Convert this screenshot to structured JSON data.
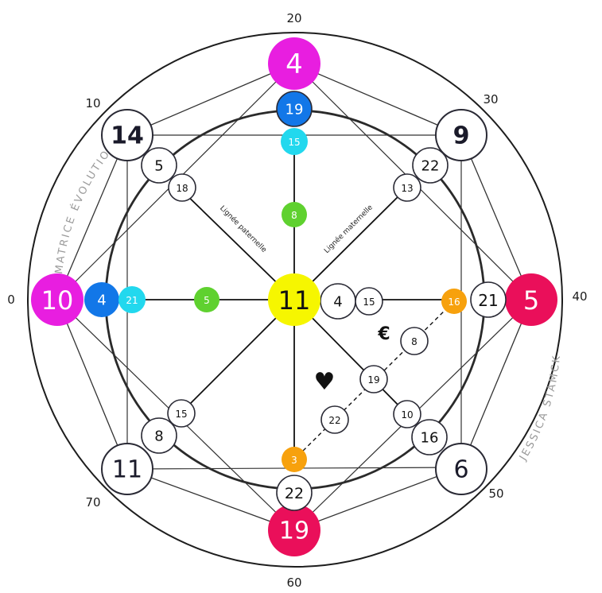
{
  "ring_labels": {
    "top": "20",
    "top_left": "10",
    "top_right": "30",
    "left": "0",
    "right": "40",
    "bottom_left": "70",
    "bottom_right": "50",
    "bottom": "60"
  },
  "curved_labels": {
    "left": "MATRICE ÉVOLUTION",
    "right": "JESSICA STAMCK"
  },
  "line_labels": {
    "paternal": "Lignée paternelle",
    "maternal": "Lignée maternelle"
  },
  "symbols": {
    "money": "€",
    "heart": "♥"
  },
  "colors": {
    "magenta": "#e81ee0",
    "crimson": "#ea0f5a",
    "blue": "#1277e8",
    "cyan": "#22d8ee",
    "green": "#5fd12f",
    "yellow": "#f6f600",
    "orange": "#f7a10d",
    "outline": "#2a2a35"
  },
  "nodes": {
    "top_outer": "4",
    "top_blue": "19",
    "top_cyan": "15",
    "top_green": "8",
    "left_outer": "10",
    "left_blue": "4",
    "left_cyan": "21",
    "left_green": "5",
    "right_outer": "5",
    "right_white": "21",
    "right_orange": "16",
    "center_right_1": "4",
    "center_right_2": "15",
    "bottom_outer": "19",
    "bottom_white": "22",
    "bottom_orange": "3",
    "center": "11",
    "tl_outer": "14",
    "tl_mid": "5",
    "tl_inner": "18",
    "tr_outer": "9",
    "tr_mid": "22",
    "tr_inner": "13",
    "bl_outer": "11",
    "bl_mid": "8",
    "bl_inner": "15",
    "br_outer": "6",
    "br_mid": "16",
    "br_inner": "10",
    "money_node": "8",
    "cross_node": "19",
    "heart_node": "22"
  }
}
